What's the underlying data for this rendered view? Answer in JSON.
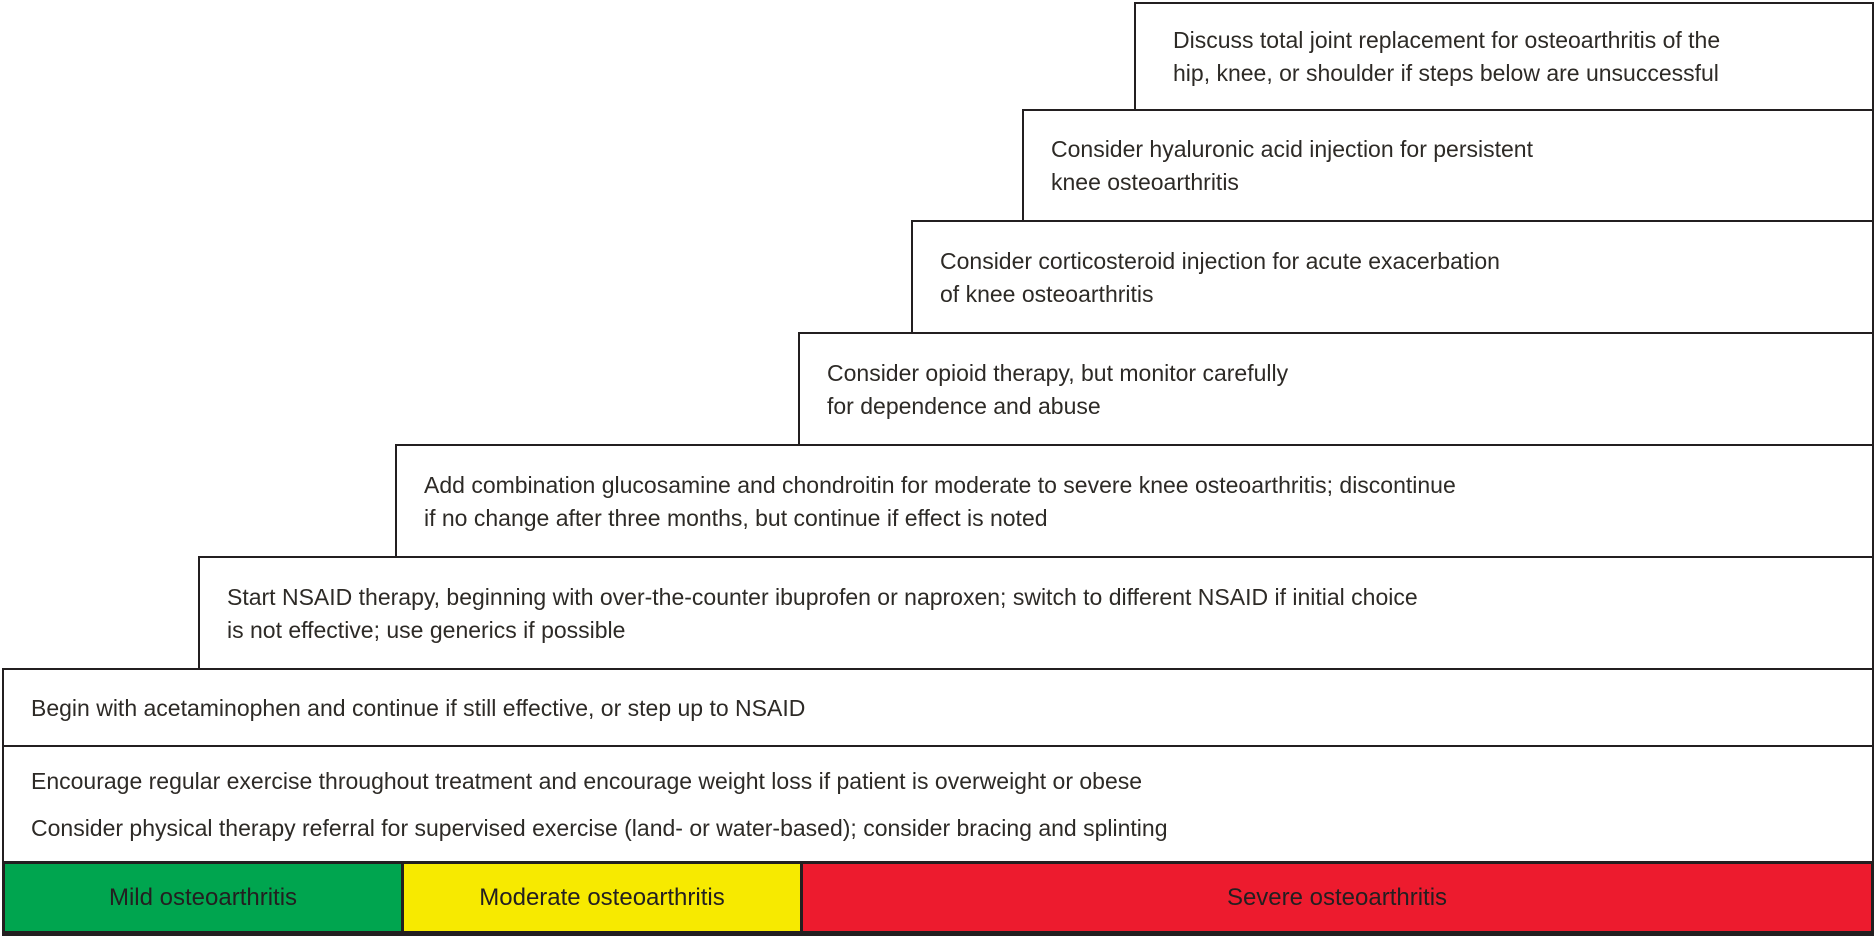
{
  "figure": {
    "steps": [
      {
        "name": "total-joint-replacement",
        "lines": [
          "Discuss total joint replacement for osteoarthritis of the",
          "hip, knee, or shoulder if steps below are unsuccessful"
        ]
      },
      {
        "name": "hyaluronic-acid-injection",
        "lines": [
          "Consider hyaluronic acid injection for persistent",
          "knee osteoarthritis"
        ]
      },
      {
        "name": "corticosteroid-injection",
        "lines": [
          "Consider corticosteroid injection for acute exacerbation",
          "of knee osteoarthritis"
        ]
      },
      {
        "name": "opioid-therapy",
        "lines": [
          "Consider opioid therapy, but monitor carefully",
          "for dependence and abuse"
        ]
      },
      {
        "name": "glucosamine-chondroitin",
        "lines": [
          "Add combination glucosamine and chondroitin for moderate to severe knee osteoarthritis; discontinue",
          "if no change after three months, but continue if effect is noted"
        ]
      },
      {
        "name": "nsaid-therapy",
        "lines": [
          "Start NSAID therapy, beginning with over-the-counter ibuprofen or naproxen; switch to different NSAID if initial choice",
          "is not effective; use generics if possible"
        ]
      },
      {
        "name": "acetaminophen",
        "lines": [
          "Begin with acetaminophen and continue if still effective, or step up to NSAID"
        ]
      },
      {
        "name": "exercise-and-physical-therapy",
        "lines": [
          "Encourage regular exercise throughout treatment and encourage weight loss if patient is overweight or obese",
          "Consider physical therapy referral for supervised exercise (land- or water-based); consider bracing and splinting"
        ]
      }
    ],
    "severity_bar": {
      "segments": [
        {
          "key": "mild",
          "label": "Mild osteoarthritis",
          "color": "#00A54F"
        },
        {
          "key": "moderate",
          "label": "Moderate osteoarthritis",
          "color": "#F7EA00"
        },
        {
          "key": "severe",
          "label": "Severe osteoarthritis",
          "color": "#ED1B2E"
        }
      ]
    },
    "colors": {
      "border": "#231F20",
      "text": "#2D2A26"
    }
  }
}
